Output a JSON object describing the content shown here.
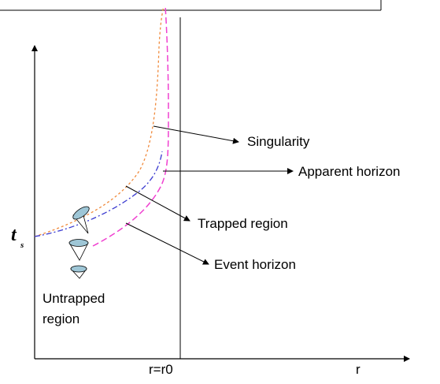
{
  "labels": {
    "singularity": "Singularity",
    "apparent_horizon": "Apparent horizon",
    "trapped_region": "Trapped region",
    "event_horizon": "Event horizon",
    "untrapped_region_line1": "Untrapped",
    "untrapped_region_line2": "region"
  },
  "axes": {
    "y_axis_label": "t",
    "y_axis_subscript": "s",
    "x_tick_label": "r=r0",
    "x_axis_label": "r"
  },
  "colors": {
    "singularity_curve": "#f08a3c",
    "apparent_horizon_curve": "#3a3ad0",
    "event_horizon_curve": "#f040d0",
    "cone_fill": "#9ec6d6",
    "axis": "#000000"
  }
}
